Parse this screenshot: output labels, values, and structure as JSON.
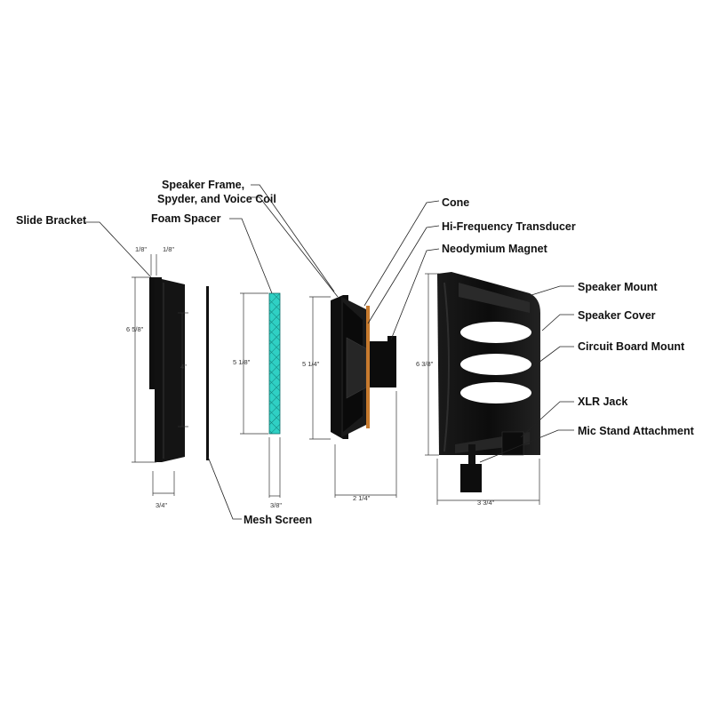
{
  "labels": {
    "speaker_frame_line1": "Speaker Frame,",
    "speaker_frame_line2": "Spyder, and Voice Coil",
    "slide_bracket": "Slide Bracket",
    "foam_spacer": "Foam Spacer",
    "cone": "Cone",
    "hi_frequency_transducer": "Hi-Frequency Transducer",
    "neodymium_magnet": "Neodymium Magnet",
    "speaker_mount": "Speaker Mount",
    "speaker_cover": "Speaker Cover",
    "circuit_board_mount": "Circuit Board Mount",
    "xlr_jack": "XLR Jack",
    "mic_stand_attachment": "Mic Stand Attachment",
    "mesh_screen": "Mesh Screen"
  },
  "dimensions": {
    "bracket_gap_left": "1/8\"",
    "bracket_gap_right": "1/8\"",
    "bracket_height": "6 5/8\"",
    "bracket_inner_height": "4\"",
    "bracket_depth": "3/4\"",
    "foam_height": "5 1/8\"",
    "foam_thickness": "3/8\"",
    "speaker_height": "5 1/4\"",
    "speaker_depth": "2 1/4\"",
    "housing_height": "6 3/8\"",
    "housing_depth": "3 3/4\""
  },
  "colors": {
    "part_black": "#0f0f0f",
    "foam_teal": "#2fd0c4",
    "cone_orange": "#c77a2e",
    "background": "#ffffff"
  }
}
